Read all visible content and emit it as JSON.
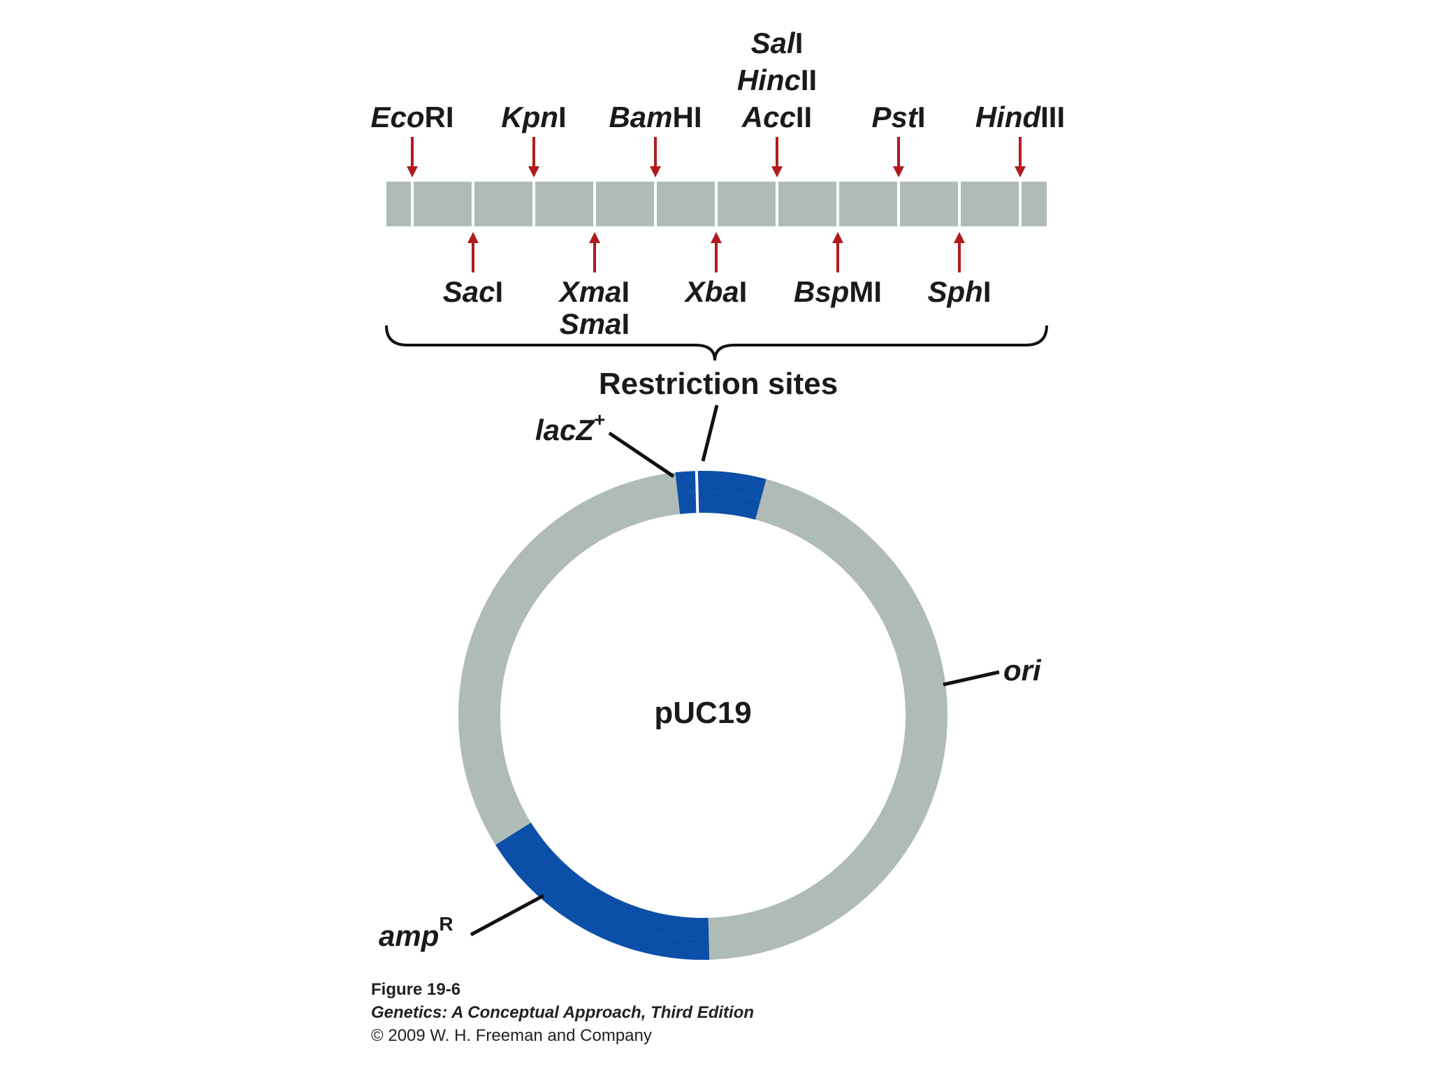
{
  "colors": {
    "segment": "#aebcb5",
    "feature": "#0b4fa8",
    "arrow": "#b01c1c",
    "text": "#1a1a1a"
  },
  "sites_top": [
    {
      "lines": [
        {
          "it": "Eco",
          "rm": "RI"
        }
      ]
    },
    {
      "lines": [
        {
          "it": "Kpn",
          "rm": "I"
        }
      ]
    },
    {
      "lines": [
        {
          "it": "Bam",
          "rm": "HI"
        }
      ]
    },
    {
      "lines": [
        {
          "it": "Sal",
          "rm": "I"
        },
        {
          "it": "Hinc",
          "rm": "II"
        },
        {
          "it": "Acc",
          "rm": "II"
        }
      ]
    },
    {
      "lines": [
        {
          "it": "Pst",
          "rm": "I"
        }
      ]
    },
    {
      "lines": [
        {
          "it": "Hind",
          "rm": "III"
        }
      ]
    }
  ],
  "sites_bottom": [
    {
      "lines": [
        {
          "it": "Sac",
          "rm": "I"
        }
      ]
    },
    {
      "lines": [
        {
          "it": "Xma",
          "rm": "I"
        },
        {
          "it": "Sma",
          "rm": "I"
        }
      ]
    },
    {
      "lines": [
        {
          "it": "Xba",
          "rm": "I"
        }
      ]
    },
    {
      "lines": [
        {
          "it": "Bsp",
          "rm": "MI"
        }
      ]
    },
    {
      "lines": [
        {
          "it": "Sph",
          "rm": "I"
        }
      ]
    }
  ],
  "labels": {
    "restriction_sites": "Restriction sites",
    "plasmid": "pUC19",
    "lacz_base": "lacZ",
    "lacz_sup": "+",
    "ori": "ori",
    "amp_base": "amp",
    "amp_sup": "R"
  },
  "caption": {
    "figure": "Figure 19-6",
    "book": "Genetics: A Conceptual Approach, Third Edition",
    "copyright": "© 2009 W. H. Freeman and Company"
  }
}
